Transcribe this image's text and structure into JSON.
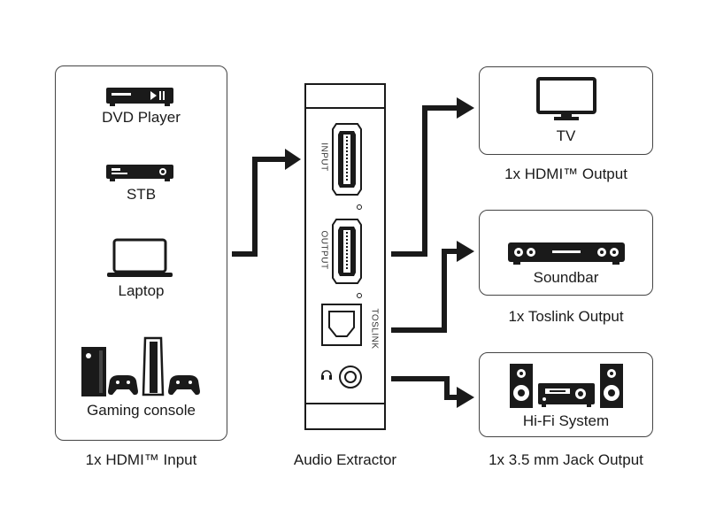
{
  "inputs": {
    "devices": [
      {
        "label": "DVD Player",
        "icon": "dvd-player-icon"
      },
      {
        "label": "STB",
        "icon": "set-top-box-icon"
      },
      {
        "label": "Laptop",
        "icon": "laptop-icon"
      },
      {
        "label": "Gaming console",
        "icon": "gaming-console-icon"
      }
    ],
    "caption": "1x HDMI™ Input"
  },
  "extractor": {
    "caption": "Audio Extractor",
    "port_labels": {
      "input": "INPUT",
      "output": "OUTPUT",
      "toslink": "TOSLINK"
    }
  },
  "outputs": [
    {
      "label": "TV",
      "icon": "tv-icon",
      "caption": "1x HDMI™ Output"
    },
    {
      "label": "Soundbar",
      "icon": "soundbar-icon",
      "caption": "1x Toslink Output"
    },
    {
      "label": "Hi-Fi System",
      "icon": "hifi-system-icon",
      "caption": "1x 3.5 mm Jack Output"
    }
  ],
  "colors": {
    "stroke": "#1a1a1a",
    "border": "#444444"
  }
}
